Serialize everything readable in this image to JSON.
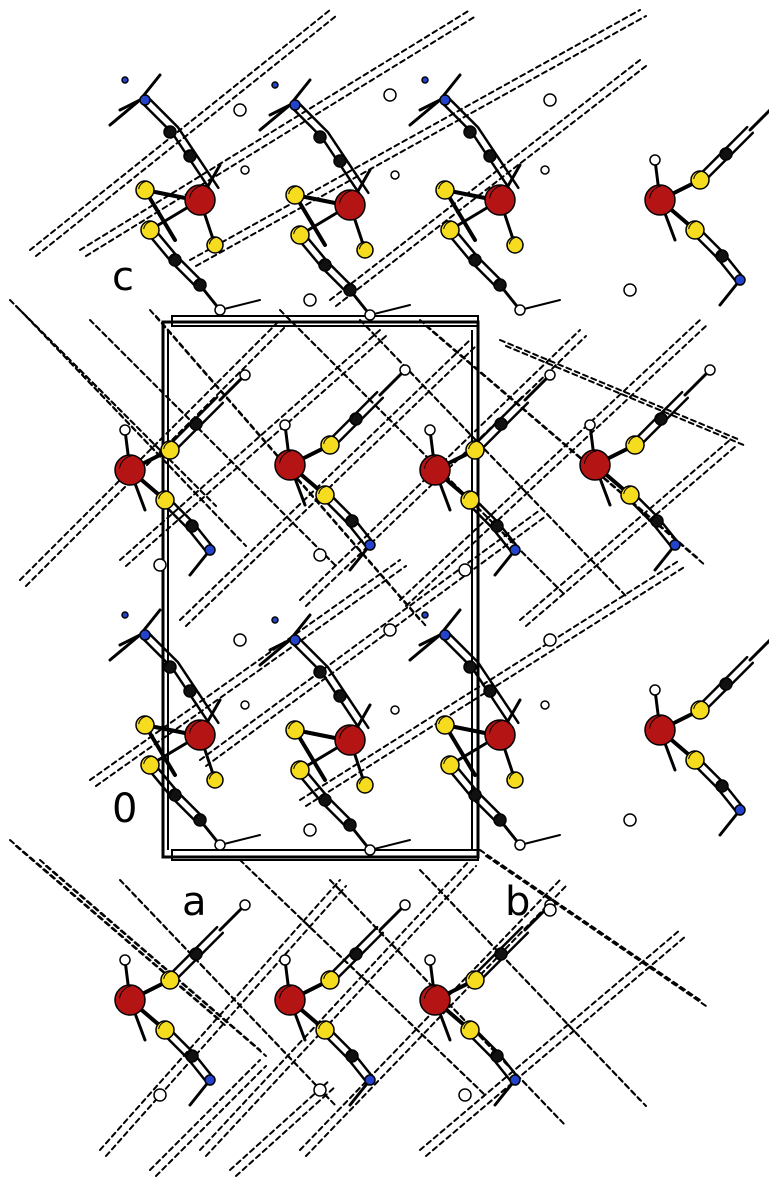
{
  "labels": {
    "c": "c",
    "origin": "0",
    "a": "a",
    "b": "b"
  },
  "colors": {
    "background": "#ffffff",
    "bond": "#000000",
    "hbond": "#000000",
    "carbon": "#111111",
    "sulfur": "#f5dc1e",
    "metal": "#b41414",
    "nitrogen": "#2244cc",
    "hydrogen": "#ffffff"
  },
  "atoms": {
    "metal": "metal-atom",
    "sulfur": "sulfur-atom",
    "carbon": "carbon-atom",
    "nitrogen": "nitrogen-atom",
    "hydrogen": "hydrogen-atom"
  }
}
